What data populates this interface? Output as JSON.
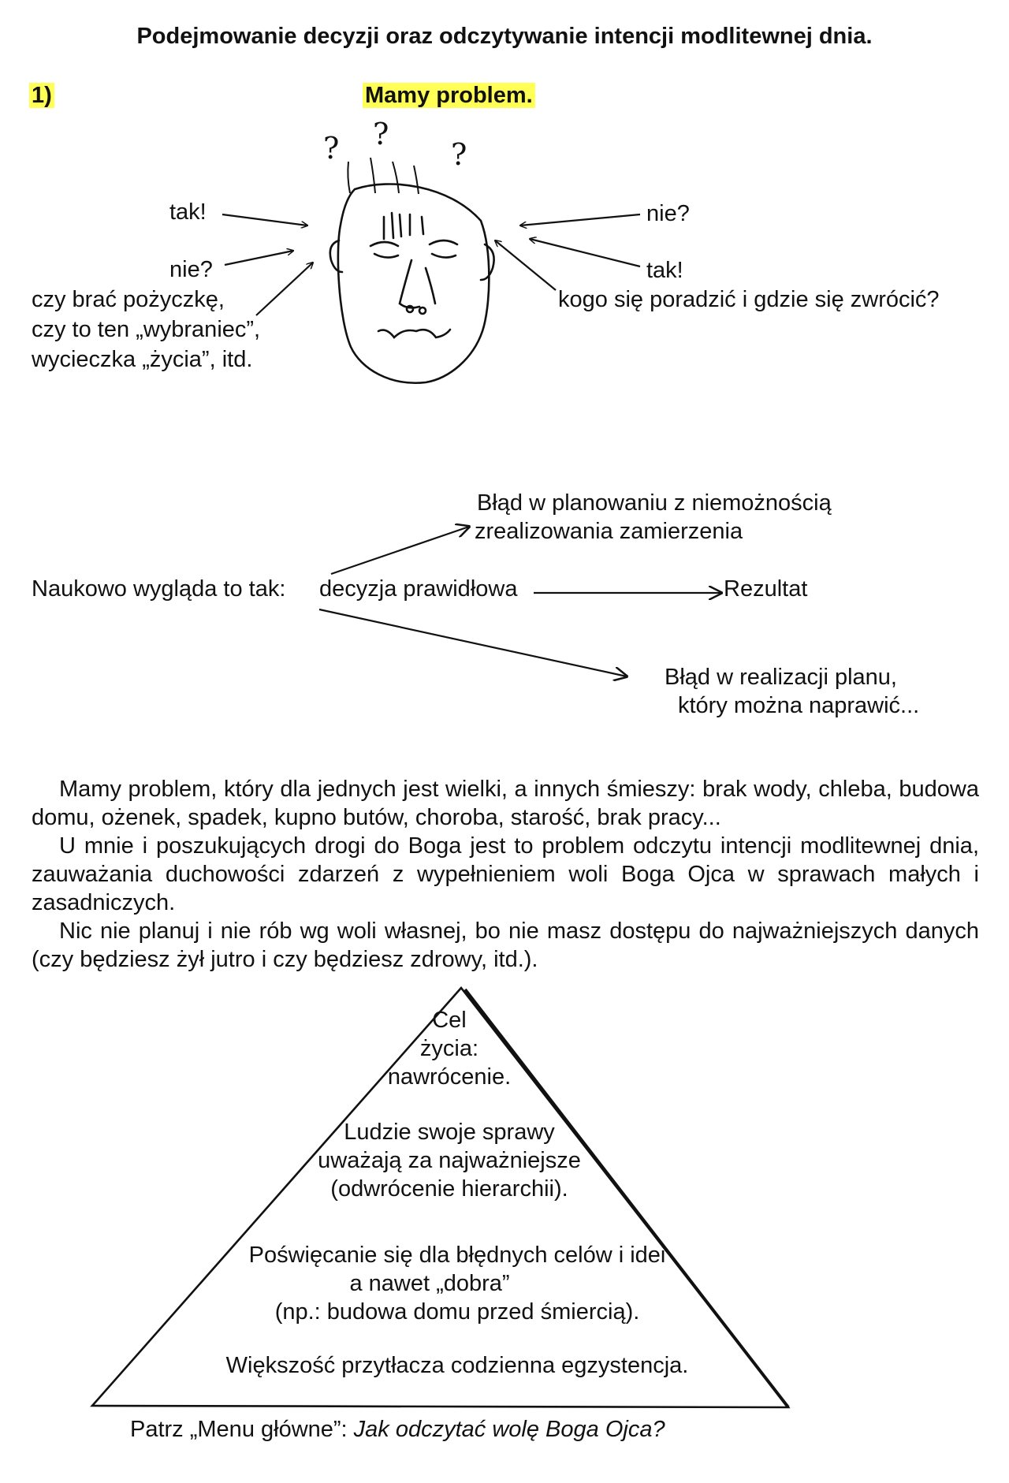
{
  "title": "Podejmowanie decyzji oraz odczytywanie intencji modlitewnej dnia.",
  "section": {
    "number": "1)",
    "heading": "Mamy problem."
  },
  "head_labels": {
    "left_tak": "tak!",
    "left_nie": "nie?",
    "left_questions": [
      "czy brać pożyczkę,",
      "czy to ten „wybraniec”,",
      "wycieczka „życia”, itd."
    ],
    "right_nie": "nie?",
    "right_tak": "tak!",
    "right_question": "kogo się poradzić i gdzie się zwrócić?",
    "question_mark": "?"
  },
  "decision_diagram": {
    "intro": "Naukowo wygląda to tak:",
    "center": "decyzja prawidłowa",
    "top_outcome": [
      "Błąd w planowaniu z niemożnością",
      "zrealizowania zamierzenia"
    ],
    "middle_outcome": "Rezultat",
    "bottom_outcome": [
      "Błąd w realizacji  planu,",
      "który można naprawić..."
    ]
  },
  "paragraphs": [
    "Mamy problem, który dla jednych jest wielki, a innych śmieszy: brak wody, chleba, budowa domu, ożenek, spadek, kupno butów, choroba, starość, brak pracy...",
    "U mnie i poszukujących drogi do Boga jest to problem odczytu intencji modlitewnej dnia, zauważania duchowości zdarzeń z wypełnieniem woli Boga Ojca w sprawach małych i zasadniczych.",
    "Nic nie planuj i nie rób wg woli własnej, bo nie masz dostępu do najważniejszych danych (czy będziesz żył jutro i czy będziesz zdrowy, itd.)."
  ],
  "pyramid": {
    "level1": [
      "Cel",
      "życia:",
      "nawrócenie."
    ],
    "level2": [
      "Ludzie swoje sprawy",
      "uważają za najważniejsze",
      "(odwrócenie hierarchii)."
    ],
    "level3": [
      "Poświęcanie się dla błędnych celów i idei",
      "a nawet „dobra”",
      "(np.: budowa domu przed śmiercią)."
    ],
    "level4": "Większość przytłacza codzienna egzystencja."
  },
  "footer": {
    "prefix": "Patrz „Menu główne”: ",
    "link": "Jak odczytać wolę Boga Ojca?"
  },
  "colors": {
    "highlight": "#ffff55",
    "ink": "#111111"
  }
}
